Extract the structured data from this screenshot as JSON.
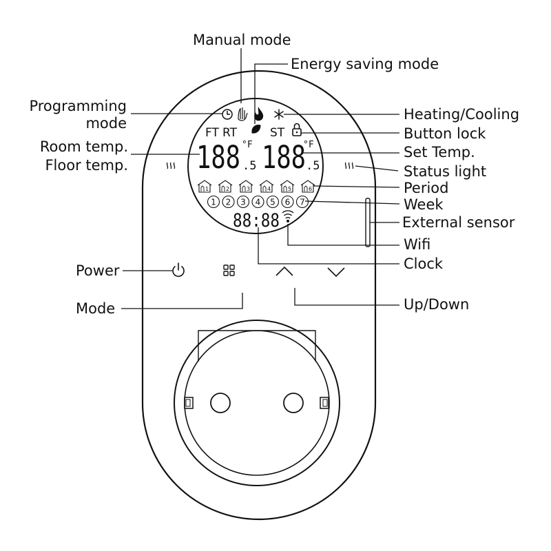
{
  "labels": {
    "manual_mode": "Manual mode",
    "energy_saving_mode": "Energy saving mode",
    "programming_mode": "Programming\nmode",
    "heating_cooling": "Heating/Cooling",
    "button_lock": "Button lock",
    "room_temp": "Room temp.",
    "floor_temp": "Floor temp.",
    "set_temp": "Set Temp.",
    "status_light": "Status light",
    "period": "Period",
    "week": "Week",
    "external_sensor": "External sensor",
    "wifi": "Wifi",
    "clock": "Clock",
    "power": "Power",
    "mode": "Mode",
    "up_down": "Up/Down"
  },
  "display": {
    "ft": "FT",
    "rt": "RT",
    "st": "ST",
    "room_digits": "188",
    "room_decimal": ".5",
    "room_unit": "°F",
    "set_digits": "188",
    "set_decimal": ".5",
    "set_unit": "°F",
    "clock_digits": "88:88",
    "periods": [
      "1",
      "2",
      "3",
      "4",
      "5",
      "6"
    ],
    "weekdays": [
      "1",
      "2",
      "3",
      "4",
      "5",
      "6",
      "7"
    ]
  }
}
